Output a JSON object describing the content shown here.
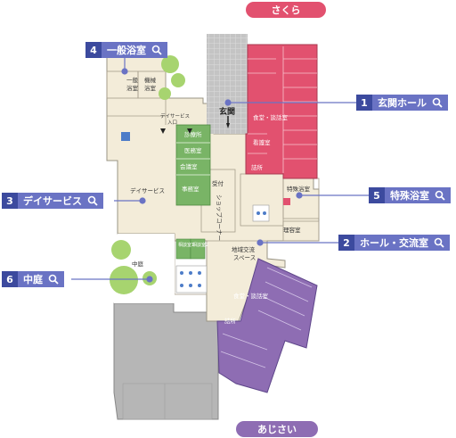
{
  "map": {
    "top_label": "さくら",
    "bottom_label": "あじさい",
    "callouts": [
      {
        "num": "1",
        "label": "玄関ホール",
        "icon": "magnifier-icon"
      },
      {
        "num": "2",
        "label": "ホール・交流室",
        "icon": "magnifier-icon"
      },
      {
        "num": "3",
        "label": "デイサービス",
        "icon": "magnifier-icon"
      },
      {
        "num": "4",
        "label": "一般浴室",
        "icon": "magnifier-icon"
      },
      {
        "num": "5",
        "label": "特殊浴室",
        "icon": "magnifier-icon"
      },
      {
        "num": "6",
        "label": "中庭",
        "icon": "magnifier-icon"
      }
    ],
    "rooms": {
      "entrance": "玄関",
      "dining_pink": "食堂・談話室",
      "nurse_station": "詰所",
      "pink_small": "看護室",
      "clinic": "診療所",
      "medical": "医務室",
      "meeting": "会議室",
      "office": "事務室",
      "reception": "受付",
      "day_service": "デイサービス",
      "day_entrance_1": "デイサービス",
      "day_entrance_2": "入口",
      "general_bath_1": "一般",
      "general_bath_2": "浴室",
      "machine_bath_1": "機械",
      "machine_bath_2": "浴室",
      "special_bath": "特殊浴室",
      "barber": "理容室",
      "shop_corner": "ショップコーナー",
      "consult_1": "相談室1",
      "consult_2": "相談室2",
      "exchange_1": "地域交流",
      "exchange_2": "スペース",
      "courtyard": "中庭",
      "dining_purple": "食堂・談話室",
      "purple_station": "詰所"
    },
    "colors": {
      "pink": "#e2516f",
      "green": "#79b466",
      "purple": "#8e6db3",
      "gray": "#b6b6b6",
      "beige": "#f3ecd9",
      "callout_dark": "#3c4a9e",
      "callout_light": "#6a73c4",
      "tree": "#a7d46f"
    }
  }
}
